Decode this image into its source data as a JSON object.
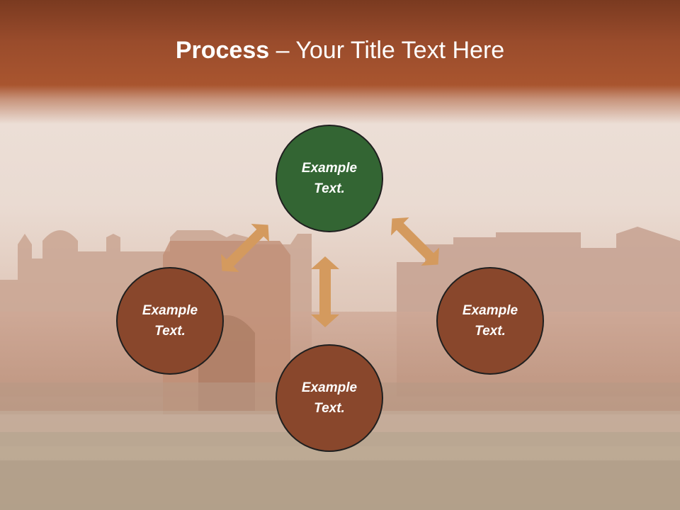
{
  "slide": {
    "title_bold": "Process",
    "title_rest": " – Your Title Text Here"
  },
  "nodes": {
    "top": "Example Text.",
    "left": "Example Text.",
    "right": "Example Text.",
    "bottom": "Example Text."
  },
  "colors": {
    "header": "#9a4c2c",
    "node_green": "#336533",
    "node_brown": "#89472c",
    "arrow": "#d49a5e"
  }
}
